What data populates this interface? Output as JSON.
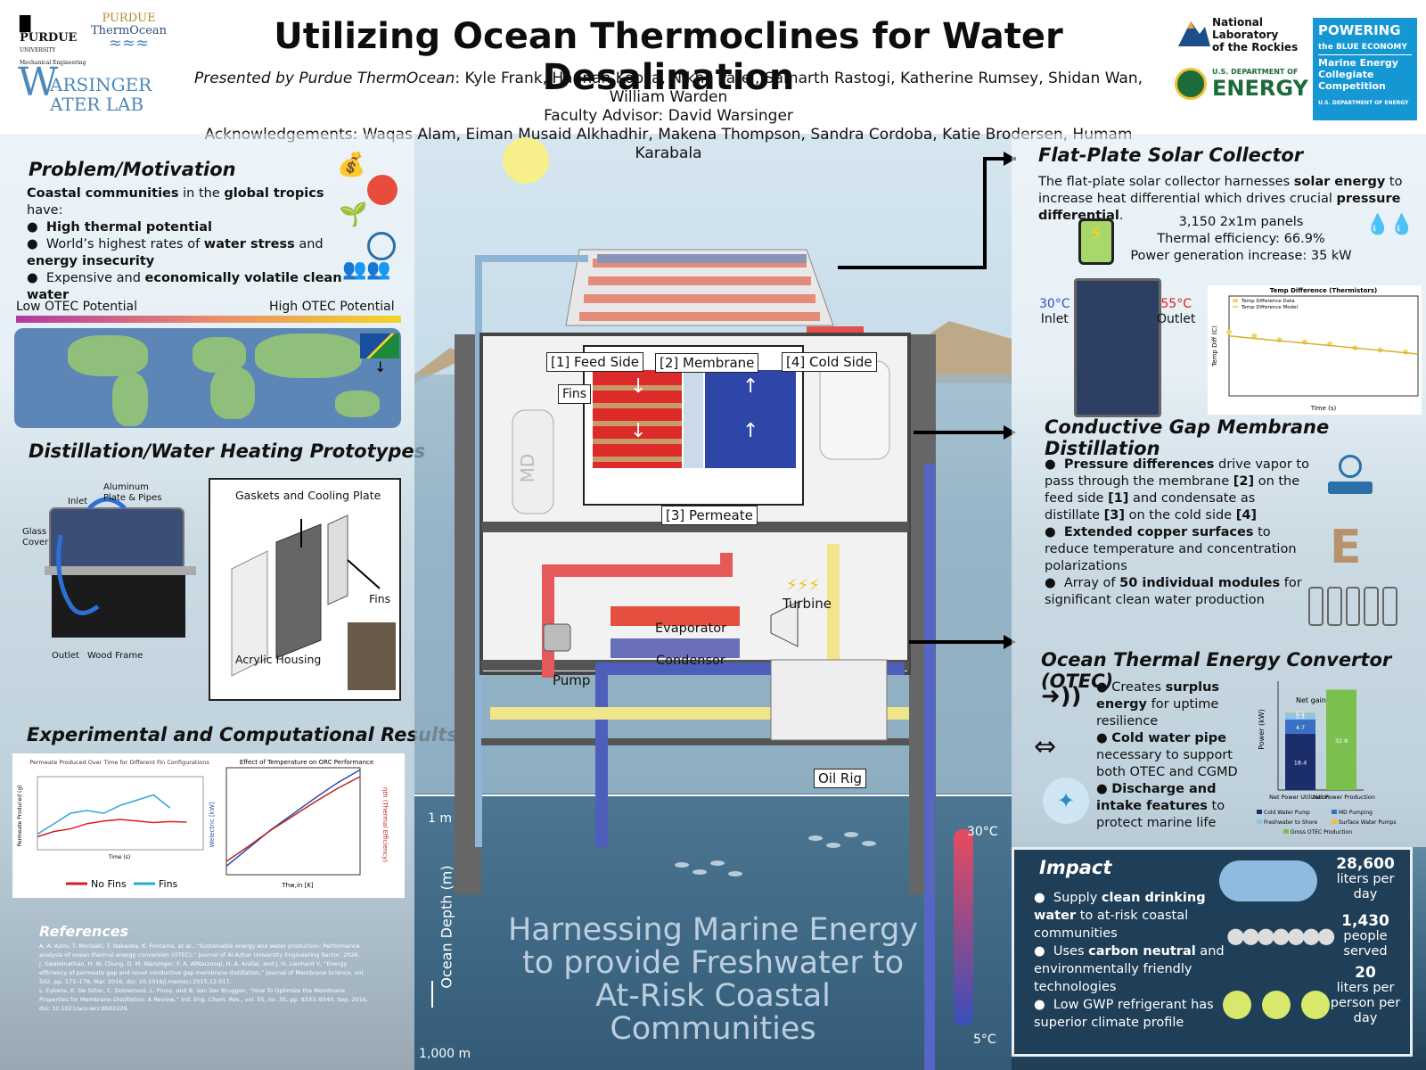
{
  "header": {
    "title": "Utilizing Ocean Thermoclines for Water Desalination",
    "presented_label": "Presented by Purdue ThermOcean",
    "presenters": ": Kyle Frank, Hannah Kobza, Nikhil Patel, Samarth Rastogi, Katherine Rumsey, Shidan Wan, William Warden",
    "advisor": "Faculty Advisor: David Warsinger",
    "acknowledgements": "Acknowledgements: Waqas Alam, Eiman Musaid Alkhadhir, Makena Thompson, Sandra Cordoba, Katie Brodersen, Humam Karabala"
  },
  "logos": {
    "purdue": "PURDUE",
    "purdue_sub": "UNIVERSITY",
    "purdue_dept": "Mechanical Engineering",
    "thermocean_1": "PURDUE",
    "thermocean_2": "ThermOcean",
    "warsinger_1": "ARSINGER",
    "warsinger_2": "ATER LAB",
    "nrel_1": "National",
    "nrel_2": "Laboratory",
    "nrel_3": "of the Rockies",
    "doe_sub": "U.S. DEPARTMENT OF",
    "doe_main": "ENERGY",
    "mec_1": "POWERING",
    "mec_2": "the BLUE ECONOMY",
    "mec_3": "Marine Energy Collegiate Competition",
    "mec_4": "U.S. DEPARTMENT OF ENERGY"
  },
  "problem": {
    "title": "Problem/Motivation",
    "intro_1": "Coastal communities",
    "intro_2": " in the ",
    "intro_3": "global tropics",
    "intro_4": " have:",
    "bullet_1": "High thermal potential",
    "bullet_2a": "World’s highest rates of ",
    "bullet_2b": "water stress",
    "bullet_2c": " and ",
    "bullet_2d": "energy insecurity",
    "bullet_3a": "Expensive and ",
    "bullet_3b": "economically volatile clean water",
    "low_otec": "Low OTEC Potential",
    "high_otec": "High OTEC Potential"
  },
  "prototypes": {
    "title": "Distillation/Water Heating Prototypes",
    "aluminum": "Aluminum Plate & Pipes",
    "inlet": "Inlet",
    "glass": "Glass Cover",
    "outlet": "Outlet",
    "wood": "Wood Frame",
    "gaskets": "Gaskets and Cooling Plate",
    "fins": "Fins",
    "acrylic": "Acrylic Housing"
  },
  "results": {
    "title": "Experimental and Computational Results",
    "chart1_title": "Permeate Produced Over Time for Different Fin Configurations",
    "chart1_ylabel": "Permeate Produced (g)",
    "chart1_xlabel": "Time (s)",
    "legend_nofins": "No Fins",
    "legend_fins": "Fins",
    "chart2_title": "Effect of Temperature on ORC Performance",
    "chart2_ylabel": "Welectric [kW]",
    "chart2_y2label": "ηth (Thermal Efficiency)",
    "chart2_xlabel": "Thw,in [K]"
  },
  "references": {
    "title": "References",
    "r1": "A. A. Azmi, T. Morisaki, T. Nakaoka, K. Fontaine, et al., “Sustainable energy and water production: Performance analysis of ocean thermal energy conversion (OTEC),” Journal of Al-Azhar University Engineering Sector, 2026.",
    "r2": "J. Swaminathan, H. W. Chung, D. M. Warsinger, F. A. AlMarzooqi, H. A. Arafat, and J. H. Lienhard V, “Energy efficiency of permeate gap and novel conductive gap membrane distillation,” Journal of Membrane Science, vol. 502, pp. 171–178, Mar. 2016, doi: 10.1016/j.memsci.2015.12.017.",
    "r3": "L. Eykens, K. De Sitter, C. Dotremont, L. Pinoy, and B. Van Der Bruggen, “How To Optimize the Membrane Properties for Membrane Distillation: A Review,” Ind. Eng. Chem. Res., vol. 55, no. 35, pp. 9333–9343, Sep. 2016, doi: 10.1021/acs.iecr.6b02226."
  },
  "diagram": {
    "feed_side": "[1] Feed Side",
    "membrane": "[2] Membrane",
    "cold_side": "[4] Cold Side",
    "fins": "Fins",
    "md": "MD",
    "permeate": "[3] Permeate",
    "turbine": "Turbine",
    "evaporator": "Evaporator",
    "condensor": "Condensor",
    "pump": "Pump",
    "oil_rig": "Oil Rig",
    "depth_1m": "1 m",
    "depth_1000m": "1,000 m",
    "ocean_depth": "Ocean Depth (m)",
    "temp_top": "30°C",
    "temp_bottom": "5°C",
    "harness": "Harnessing Marine Energy to provide Freshwater to At-Risk Coastal Communities"
  },
  "solar": {
    "title": "Flat-Plate Solar Collector",
    "desc_1": "The flat-plate solar collector harnesses ",
    "desc_2": "solar energy",
    "desc_3": " to increase heat differential which drives crucial ",
    "desc_4": "pressure differential",
    "desc_5": ".",
    "panels": "3,150 2x1m panels",
    "efficiency": "Thermal efficiency: 66.9%",
    "power": "Power generation increase: 35 kW",
    "inlet_temp": "30°C",
    "inlet": "Inlet",
    "outlet_temp": "55°C",
    "outlet": "Outlet",
    "chart_title": "Temp Difference (Thermistors)",
    "chart_leg1": "Temp Difference Data",
    "chart_leg2": "Temp Difference Model",
    "chart_ylabel": "Temp Diff (C)",
    "chart_xlabel": "Time (s)"
  },
  "cgmd": {
    "title": "Conductive Gap Membrane Distillation",
    "b1a": "Pressure differences",
    "b1b": " drive vapor to pass through the membrane ",
    "b1c": "[2]",
    "b1d": " on the feed side ",
    "b1e": "[1]",
    "b1f": " and condensate as distillate ",
    "b1g": "[3]",
    "b1h": " on the cold side ",
    "b1i": "[4]",
    "b2a": "Extended copper surfaces",
    "b2b": " to reduce temperature and concentration polarizations",
    "b3a": "Array of ",
    "b3b": "50 individual modules",
    "b3c": " for significant clean water production"
  },
  "otec": {
    "title": "Ocean Thermal Energy Convertor (OTEC)",
    "b1a": "Creates ",
    "b1b": "surplus energy",
    "b1c": " for uptime resilience",
    "b2a": "Cold water pipe",
    "b2b": " necessary to support both OTEC and CGMD",
    "b3a": "Discharge and intake features",
    "b3b": " to protect marine life",
    "chart_ylabel": "Power (kW)",
    "net_gain": "Net gain",
    "cat1": "Net Power Utilization",
    "cat2": "Net Power Production",
    "leg1": "Cold Water Pump",
    "leg2": "MD Pumping",
    "leg3": "Freshwater to Shore",
    "leg4": "Surface Water Pumps",
    "leg5": "Gross OTEC Production"
  },
  "impact": {
    "title": "Impact",
    "b1a": "Supply ",
    "b1b": "clean drinking water",
    "b1c": " to at-risk coastal communities",
    "b2a": "Uses ",
    "b2b": "carbon neutral",
    "b2c": " and environmentally friendly technologies",
    "b3": "Low GWP refrigerant has superior climate profile",
    "s1_val": "28,600",
    "s1_unit": "liters per day",
    "s2_val": "1,430",
    "s2_unit": "people served",
    "s3_val": "20",
    "s3_unit": "liters per person per day"
  },
  "chart_data": [
    {
      "type": "line",
      "title": "Permeate Produced Over Time for Different Fin Configurations",
      "xlabel": "Time (s)",
      "ylabel": "Permeate Produced (g)",
      "xlim": [
        0,
        10000
      ],
      "ylim": [
        -0.2,
        1.2
      ],
      "series": [
        {
          "name": "No Fins",
          "x": [
            0,
            1000,
            2000,
            3000,
            4000,
            5000,
            6000,
            7000,
            8000,
            9000
          ],
          "y": [
            0.05,
            0.15,
            0.2,
            0.3,
            0.35,
            0.38,
            0.35,
            0.32,
            0.34,
            0.33
          ]
        },
        {
          "name": "Fins",
          "x": [
            0,
            1000,
            2000,
            3000,
            4000,
            5000,
            6000,
            7000,
            8000
          ],
          "y": [
            0.1,
            0.3,
            0.5,
            0.55,
            0.5,
            0.65,
            0.75,
            0.85,
            0.6
          ]
        }
      ]
    },
    {
      "type": "line",
      "title": "Effect of Temperature on ORC Performance",
      "xlabel": "Thw,in [K]",
      "ylabel": "Welectric [kW]",
      "xlim": [
        300,
        360
      ],
      "ylim": [
        0,
        100
      ],
      "series": [
        {
          "name": "Welectric",
          "x": [
            300,
            310,
            320,
            330,
            340,
            350,
            360
          ],
          "y": [
            8,
            25,
            42,
            57,
            72,
            86,
            98
          ]
        },
        {
          "name": "ηth",
          "x": [
            300,
            310,
            320,
            330,
            340,
            350,
            360
          ],
          "y": [
            0.015,
            0.032,
            0.05,
            0.066,
            0.082,
            0.097,
            0.11
          ]
        }
      ]
    },
    {
      "type": "scatter",
      "title": "Temp Difference (Thermistors)",
      "xlabel": "Time (s)",
      "ylabel": "Temp Diff (C)",
      "xlim": [
        0,
        750
      ],
      "ylim": [
        0.5,
        3
      ],
      "series": [
        {
          "name": "Temp Difference Data",
          "x": [
            0,
            100,
            200,
            300,
            400,
            500,
            600,
            700
          ],
          "y": [
            2.1,
            2.0,
            1.9,
            1.85,
            1.8,
            1.7,
            1.65,
            1.6
          ]
        },
        {
          "name": "Temp Difference Model",
          "x": [
            0,
            750
          ],
          "y": [
            2.0,
            1.55
          ]
        }
      ]
    },
    {
      "type": "bar",
      "ylabel": "Power (kW)",
      "categories": [
        "Net Power Utilization",
        "Net Power Production"
      ],
      "series": [
        {
          "name": "Cold Water Pump",
          "values": [
            18.4,
            0
          ]
        },
        {
          "name": "MD Pumping",
          "values": [
            4.7,
            0
          ]
        },
        {
          "name": "Freshwater to Shore",
          "values": [
            2.1,
            0
          ]
        },
        {
          "name": "Surface Water Pumps",
          "values": [
            0.2,
            0
          ]
        },
        {
          "name": "Gross OTEC Production",
          "values": [
            0,
            32.8
          ]
        }
      ],
      "ylim": [
        0,
        35
      ]
    }
  ]
}
